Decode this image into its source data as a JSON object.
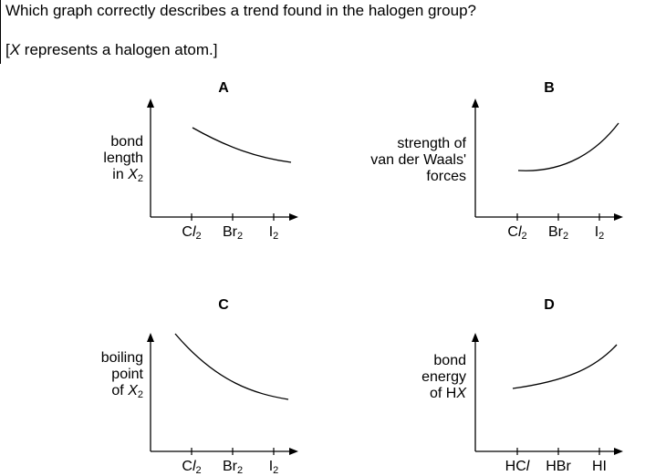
{
  "question": {
    "text": "Which graph correctly describes a trend found in the halogen group?",
    "note_prefix": "[",
    "note_var": "X",
    "note_rest": " represents a halogen atom.]"
  },
  "graphs": [
    {
      "letter": "A",
      "ylabel_lines": [
        "bond",
        "length"
      ],
      "ylabel_last": {
        "pre": "in ",
        "var": "X",
        "sub": "2",
        "post": ""
      },
      "ticks": [
        {
          "base": "C",
          "italic": "l",
          "sub": "2"
        },
        {
          "base": "Br",
          "italic": "",
          "sub": "2"
        },
        {
          "base": "I",
          "italic": "",
          "sub": "2"
        }
      ],
      "trend": "decreasing"
    },
    {
      "letter": "B",
      "ylabel_lines": [
        "strength of",
        "van der Waals'",
        "forces"
      ],
      "ylabel_last": null,
      "ticks": [
        {
          "base": "C",
          "italic": "l",
          "sub": "2"
        },
        {
          "base": "Br",
          "italic": "",
          "sub": "2"
        },
        {
          "base": "I",
          "italic": "",
          "sub": "2"
        }
      ],
      "trend": "increasing"
    },
    {
      "letter": "C",
      "ylabel_lines": [
        "boiling",
        "point"
      ],
      "ylabel_last": {
        "pre": "of ",
        "var": "X",
        "sub": "2",
        "post": ""
      },
      "ticks": [
        {
          "base": "C",
          "italic": "l",
          "sub": "2"
        },
        {
          "base": "Br",
          "italic": "",
          "sub": "2"
        },
        {
          "base": "I",
          "italic": "",
          "sub": "2"
        }
      ],
      "trend": "decreasing"
    },
    {
      "letter": "D",
      "ylabel_lines": [
        "bond",
        "energy"
      ],
      "ylabel_last": {
        "pre": "of H",
        "var": "X",
        "sub": "",
        "post": ""
      },
      "ticks": [
        {
          "base": "HC",
          "italic": "l",
          "sub": ""
        },
        {
          "base": "HBr",
          "italic": "",
          "sub": ""
        },
        {
          "base": "HI",
          "italic": "",
          "sub": ""
        }
      ],
      "trend": "increasing"
    }
  ]
}
